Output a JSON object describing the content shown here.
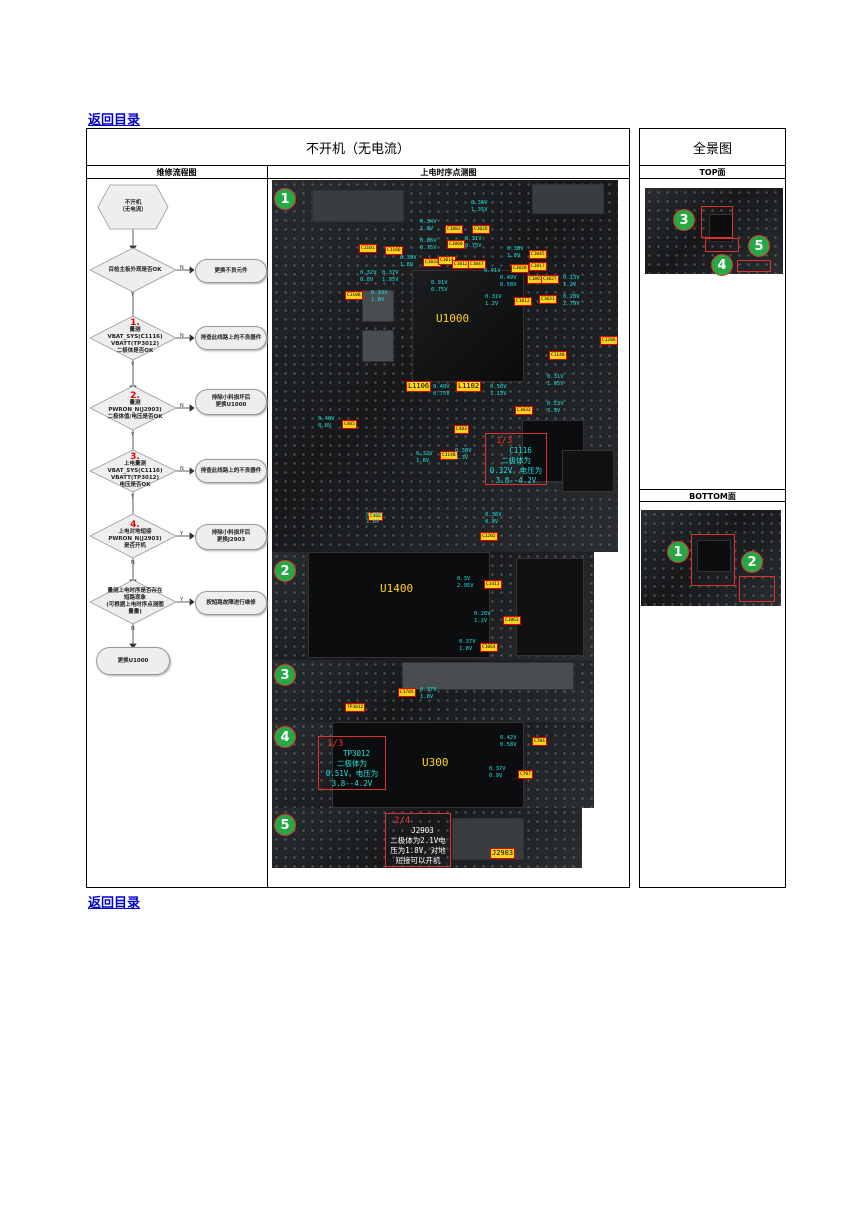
{
  "nav": {
    "back_label": "返回目录"
  },
  "table": {
    "main_title": "不开机（无电流）",
    "overview_title": "全景图",
    "flow_header": "维修流程图",
    "timing_header": "上电时序点测图",
    "top_label": "TOP面",
    "bottom_label": "BOTTOM面"
  },
  "flow": {
    "start": "不开机\n（无电流）",
    "q0": "目检主板外观是否OK",
    "a0": "更换不良元件",
    "q1_num": "1.",
    "q1": "量测\nVBAT_SYS(C1116)\nVBATT(TP3012)\n二极体是否OK",
    "a1": "排查此线路上的不良器件",
    "q2_num": "2.",
    "q2": "量测\nPWRON_N(J2903)\n二极体值/电压是否OK",
    "a2": "排除小料损坏后\n更换U1000",
    "q3_num": "3.",
    "q3": "上电量测\nVBAT_SYS(C1116)\nVBATT(TP3012)\n电压是否OK",
    "a3": "排查此线路上的不良器件",
    "q4_num": "4.",
    "q4": "上电对地短接\nPWRON_N(J2903)\n是否开机",
    "a4": "排除小料损坏后\n更换J2903",
    "q5": "量测上电时序是否存在\n短路现象\n(可根据上电时序点测图\n量量)",
    "a5": "按短路故障进行维修",
    "end": "更换U1000",
    "yes": "Y",
    "no": "N"
  },
  "markers": [
    "1",
    "2",
    "3",
    "4",
    "5"
  ],
  "chips": {
    "u1000": "U1000",
    "u1400": "U1400",
    "u300": "U300",
    "j2903": "J2903",
    "l1106": "L1106",
    "l1102": "L1102"
  },
  "tags": {
    "c1101": "C1101",
    "c1166": "C1166",
    "c1082": "C1082",
    "c1028": "C1028",
    "c1060": "C1060",
    "c1032": "C1032",
    "c1014": "C1014",
    "c1012": "C1012",
    "c1047": "C1047",
    "c1045": "C1045",
    "c1020": "C1020",
    "c1017": "C1017",
    "c1003": "C1003",
    "c1027": "C1027",
    "c1108": "C1108",
    "c1012b": "C1012",
    "c1031": "C1031",
    "c1286": "C1286",
    "c1140": "C1140",
    "c1033": "C1033",
    "c405": "C405",
    "c403": "C403",
    "c1148": "C1148",
    "c402": "C402",
    "c1202": "C1202",
    "c1413": "C1413",
    "c1063": "C1063",
    "c1064": "C1064",
    "c1705": "C1705",
    "tp3012": "TP3012",
    "c704": "C704",
    "c707": "C707"
  },
  "volts": {
    "v1": "0.36V\n1.35V",
    "v2": "0.34V\n1.8V",
    "v3": "0.86V\n0.75V",
    "v4": "0.37V\n1.95V",
    "v5": "0.32V\n0.8V",
    "v6": "0.39V\n1.8V",
    "v7": "0.91V\n0.75V",
    "v8": "0.38V\n1.8V",
    "v9": "0.31V\n0.75V",
    "v10": "0.91V",
    "v11": "0.33V\n1.8V",
    "v12": "0.49V\n0.58V",
    "v13": "0.31V\n1.2V",
    "v14": "0.13V\n1.2V",
    "v15": "0.28V\n2.79V",
    "v16": "0.40V\n0.75V",
    "v17": "0.50V\n1.13V",
    "v18": "0.31V\n1.95V",
    "v19": "0.53V\n3.3V",
    "v20": "0.40V\n0.8V",
    "v21": "0.38V\n3.3V",
    "v22": "0.32V\n1.8V",
    "v23": "0.36V\n0.8V",
    "v24": "0.3V\n2.95V",
    "v25": "0.28V\n1.2V",
    "v26": "0.37V\n1.8V",
    "v27": "0.37V\n1.8V",
    "v28": "0.42V\n0.58V",
    "v29": "0.37V\n0.9V",
    "v30": "0.36V\n1.8V"
  },
  "notes": {
    "c1116_num": "1/3",
    "c1116": "C1116\n二极体为\n0.32V，电压为\n3.8--4.2V",
    "tp3012_num": "1/3",
    "tp3012": "TP3012\n二极体为\n0.51V，电压为\n3.8--4.2V",
    "j2903_num": "2/4",
    "j2903": "J2903\n二极体为2.1V电\n压为1.8V，对地\n短接可以开机"
  }
}
